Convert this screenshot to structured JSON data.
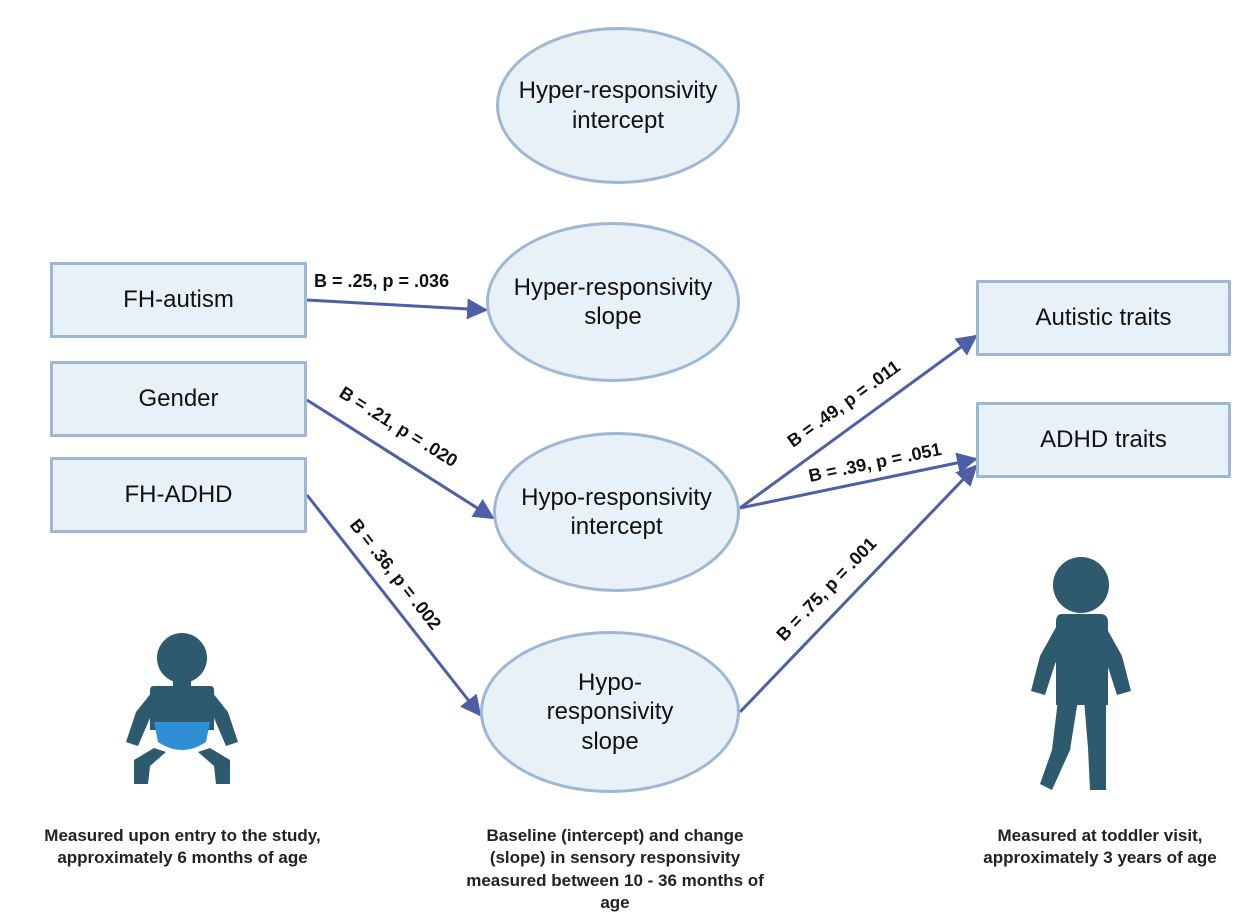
{
  "nodes": {
    "hyper_intercept": "Hyper-responsivity\nintercept",
    "hyper_slope": "Hyper-responsivity\nslope",
    "hypo_intercept": "Hypo-responsivity\nintercept",
    "hypo_slope": "Hypo-\nresponsivity\nslope",
    "fh_autism": "FH-autism",
    "gender": "Gender",
    "fh_adhd": "FH-ADHD",
    "autistic_traits": "Autistic traits",
    "adhd_traits": "ADHD traits"
  },
  "edges": {
    "fh_autism_to_hyper_slope": "B =  .25, p = .036",
    "gender_to_hypo_intercept": "B =  .21, p = .020",
    "fh_adhd_to_hypo_slope": "B =  .36, p = .002",
    "hypo_intercept_to_autistic": "B =  .49, p = .011",
    "hypo_intercept_to_adhd": "B =  .39, p = .051",
    "hypo_slope_to_adhd": "B =  .75, p = .001"
  },
  "captions": {
    "left": "Measured upon entry to the study,\napproximately 6 months of age",
    "center": "Baseline (intercept) and change\n(slope) in sensory responsivity\nmeasured between 10 - 36 months of\nage",
    "right": "Measured at toddler visit,\napproximately 3 years of age"
  },
  "icons": {
    "baby": "baby-in-diaper-icon",
    "toddler": "toddler-icon"
  },
  "colors": {
    "node_fill": "#e8f0f8",
    "node_border": "#9db8d6",
    "arrow": "#4e5fa6",
    "figure": "#2e5a70",
    "diaper": "#2f8fd6"
  }
}
